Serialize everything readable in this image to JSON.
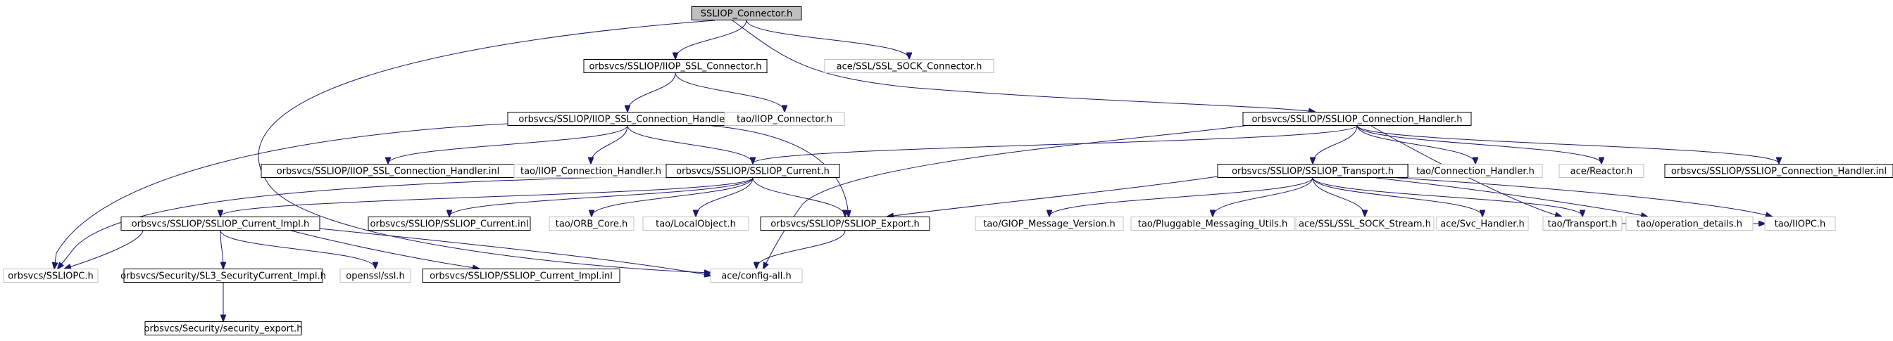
{
  "colors": {
    "edge": "#191970",
    "root_fill": "#bfbfbf",
    "documented_border": "#000000",
    "external_border": "#bfbfbf",
    "external_text": "#000000",
    "background": "#ffffff"
  },
  "nodes": [
    {
      "id": "n0",
      "label": "SSLIOP_Connector.h",
      "kind": "root"
    },
    {
      "id": "n1",
      "label": "orbsvcs/SSLIOP/IIOP_SSL_Connector.h",
      "kind": "documented"
    },
    {
      "id": "n2",
      "label": "ace/SSL/SSL_SOCK_Connector.h",
      "kind": "external"
    },
    {
      "id": "n3",
      "label": "orbsvcs/SSLIOP/IIOP_SSL_Connection_Handler.h",
      "kind": "documented"
    },
    {
      "id": "n4",
      "label": "tao/IIOP_Connector.h",
      "kind": "external"
    },
    {
      "id": "n5",
      "label": "orbsvcs/SSLIOP/SSLIOP_Connection_Handler.h",
      "kind": "documented"
    },
    {
      "id": "n6",
      "label": "orbsvcs/SSLIOP/IIOP_SSL_Connection_Handler.inl",
      "kind": "documented"
    },
    {
      "id": "n7",
      "label": "tao/IIOP_Connection_Handler.h",
      "kind": "external"
    },
    {
      "id": "n8",
      "label": "orbsvcs/SSLIOP/SSLIOP_Current.h",
      "kind": "documented"
    },
    {
      "id": "n9",
      "label": "orbsvcs/SSLIOP/SSLIOP_Transport.h",
      "kind": "documented"
    },
    {
      "id": "n10",
      "label": "tao/Connection_Handler.h",
      "kind": "external"
    },
    {
      "id": "n11",
      "label": "ace/Reactor.h",
      "kind": "external"
    },
    {
      "id": "n12",
      "label": "orbsvcs/SSLIOP/SSLIOP_Connection_Handler.inl",
      "kind": "documented"
    },
    {
      "id": "n13",
      "label": "orbsvcs/SSLIOP/SSLIOP_Current_Impl.h",
      "kind": "documented"
    },
    {
      "id": "n14",
      "label": "orbsvcs/SSLIOP/SSLIOP_Current.inl",
      "kind": "documented"
    },
    {
      "id": "n15",
      "label": "tao/ORB_Core.h",
      "kind": "external"
    },
    {
      "id": "n16",
      "label": "tao/LocalObject.h",
      "kind": "external"
    },
    {
      "id": "n17",
      "label": "orbsvcs/SSLIOP/SSLIOP_Export.h",
      "kind": "documented"
    },
    {
      "id": "n18",
      "label": "tao/GIOP_Message_Version.h",
      "kind": "external"
    },
    {
      "id": "n19",
      "label": "tao/Pluggable_Messaging_Utils.h",
      "kind": "external"
    },
    {
      "id": "n20",
      "label": "ace/SSL/SSL_SOCK_Stream.h",
      "kind": "external"
    },
    {
      "id": "n21",
      "label": "ace/Svc_Handler.h",
      "kind": "external"
    },
    {
      "id": "n22",
      "label": "tao/Transport.h",
      "kind": "external"
    },
    {
      "id": "n23",
      "label": "tao/operation_details.h",
      "kind": "external"
    },
    {
      "id": "n24",
      "label": "tao/IIOPC.h",
      "kind": "external"
    },
    {
      "id": "n25",
      "label": "orbsvcs/SSLIOPC.h",
      "kind": "external"
    },
    {
      "id": "n26",
      "label": "orbsvcs/Security/SL3_SecurityCurrent_Impl.h",
      "kind": "documented"
    },
    {
      "id": "n27",
      "label": "openssl/ssl.h",
      "kind": "external"
    },
    {
      "id": "n28",
      "label": "orbsvcs/SSLIOP/SSLIOP_Current_Impl.inl",
      "kind": "documented"
    },
    {
      "id": "n29",
      "label": "ace/config-all.h",
      "kind": "external"
    },
    {
      "id": "n30",
      "label": "orbsvcs/Security/security_export.h",
      "kind": "documented"
    }
  ],
  "edges": [
    [
      "n0",
      "n1"
    ],
    [
      "n0",
      "n2"
    ],
    [
      "n0",
      "n5"
    ],
    [
      "n0",
      "n29"
    ],
    [
      "n1",
      "n3"
    ],
    [
      "n1",
      "n4"
    ],
    [
      "n3",
      "n6"
    ],
    [
      "n3",
      "n7"
    ],
    [
      "n3",
      "n8"
    ],
    [
      "n3",
      "n17"
    ],
    [
      "n3",
      "n25"
    ],
    [
      "n5",
      "n8"
    ],
    [
      "n5",
      "n9"
    ],
    [
      "n5",
      "n10"
    ],
    [
      "n5",
      "n11"
    ],
    [
      "n5",
      "n12"
    ],
    [
      "n5",
      "n22"
    ],
    [
      "n5",
      "n29"
    ],
    [
      "n8",
      "n13"
    ],
    [
      "n8",
      "n14"
    ],
    [
      "n8",
      "n15"
    ],
    [
      "n8",
      "n16"
    ],
    [
      "n8",
      "n17"
    ],
    [
      "n8",
      "n25"
    ],
    [
      "n9",
      "n17"
    ],
    [
      "n9",
      "n18"
    ],
    [
      "n9",
      "n19"
    ],
    [
      "n9",
      "n20"
    ],
    [
      "n9",
      "n21"
    ],
    [
      "n9",
      "n22"
    ],
    [
      "n9",
      "n23"
    ],
    [
      "n9",
      "n24"
    ],
    [
      "n13",
      "n25"
    ],
    [
      "n13",
      "n26"
    ],
    [
      "n13",
      "n27"
    ],
    [
      "n13",
      "n28"
    ],
    [
      "n13",
      "n29"
    ],
    [
      "n17",
      "n29"
    ],
    [
      "n22",
      "n24"
    ],
    [
      "n26",
      "n30"
    ]
  ]
}
